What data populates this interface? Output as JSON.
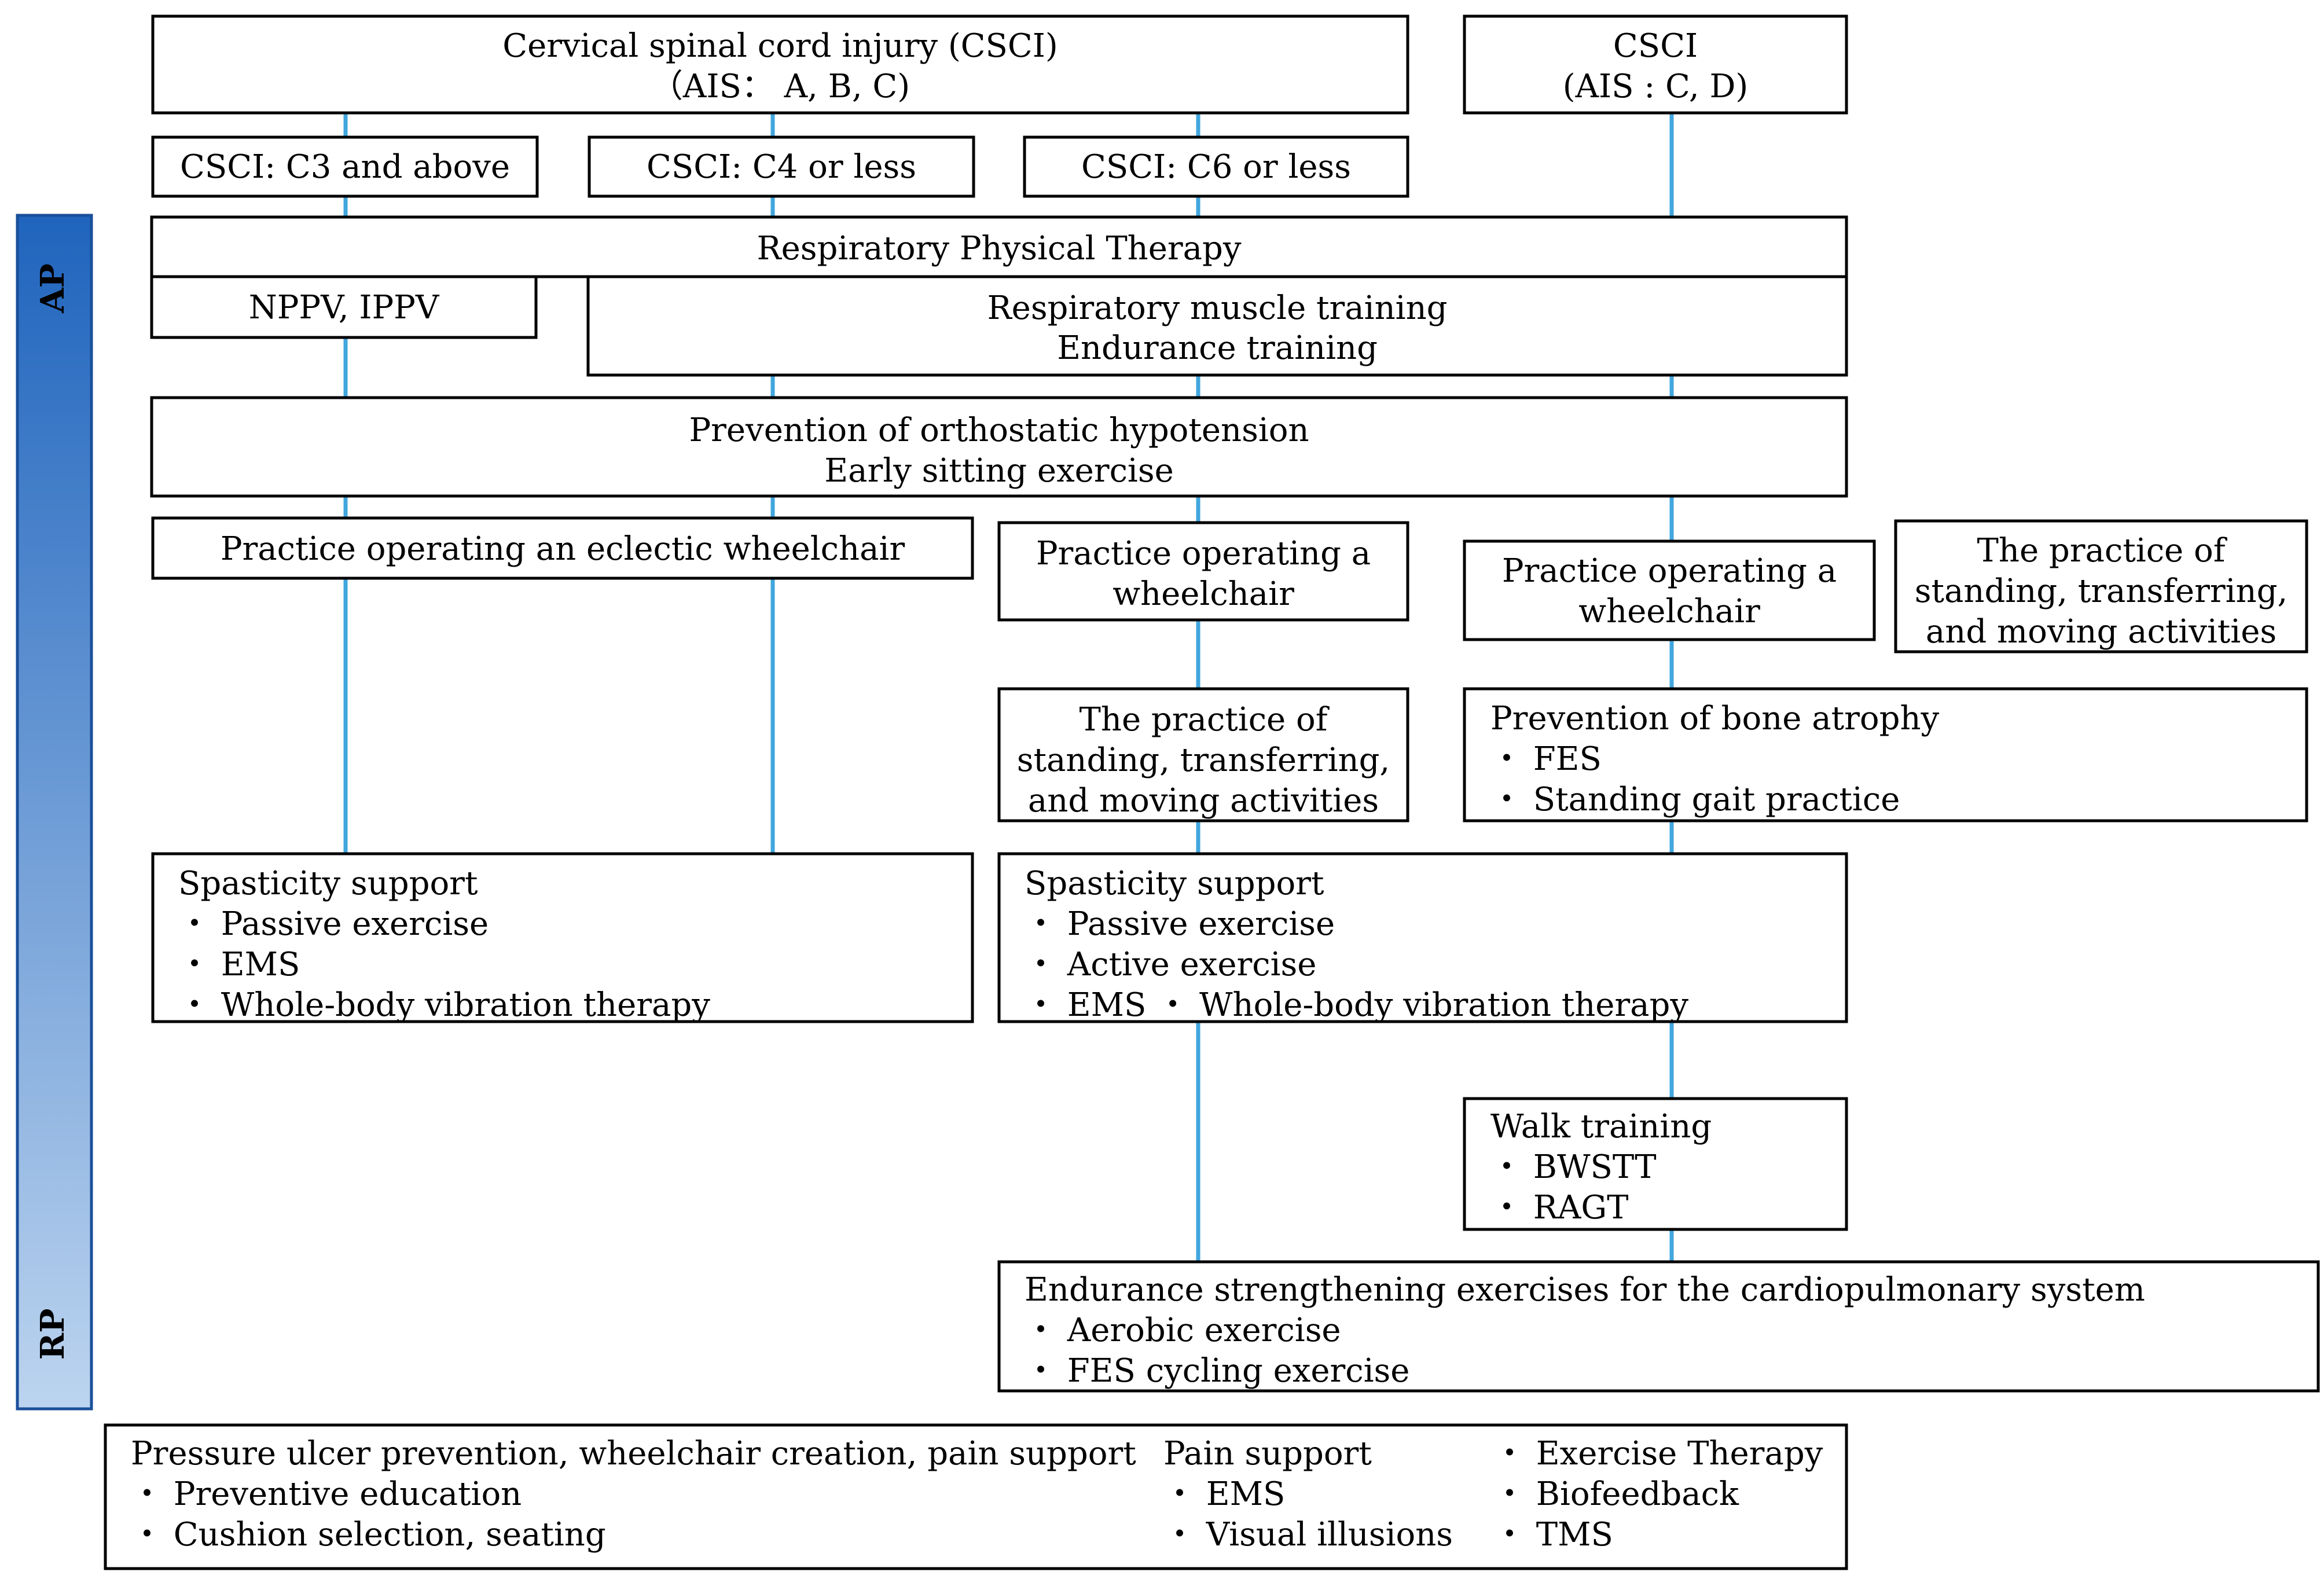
{
  "colors": {
    "connector": "#41a6de",
    "phase_bar_top": "#1f64bd",
    "phase_bar_bottom": "#bcd4ef",
    "box_border": "#000000"
  },
  "phase_bar": {
    "top_label": "AP",
    "bottom_label": "RP"
  },
  "header": {
    "csci_main": [
      "Cervical spinal cord injury (CSCI)",
      "（AIS： A, B, C)"
    ],
    "csci_incomplete": [
      "CSCI",
      "(AIS : C, D)"
    ]
  },
  "levels": {
    "c3": "CSCI: C3 and above",
    "c4": "CSCI: C4 or less",
    "c6": "CSCI: C6 or less"
  },
  "respiratory": {
    "title": "Respiratory Physical Therapy",
    "ventilation": "NPPV, IPPV",
    "training": [
      "Respiratory muscle training",
      "Endurance training"
    ]
  },
  "orthostatic": [
    "Prevention of orthostatic hypotension",
    "Early sitting exercise"
  ],
  "wheelchair": {
    "electric": "Practice operating an eclectic wheelchair",
    "manual_c6": [
      "Practice operating a",
      "wheelchair"
    ],
    "manual_incomplete": [
      "Practice operating a",
      "wheelchair"
    ]
  },
  "standing": {
    "incomplete": [
      "The practice of",
      "standing, transferring,",
      "and moving activities"
    ],
    "c6": [
      "The practice of",
      "standing, transferring,",
      "and moving activities"
    ]
  },
  "bone_atrophy": [
    "Prevention of bone atrophy",
    "・ FES",
    "・ Standing gait practice"
  ],
  "spasticity": {
    "left": [
      "Spasticity support",
      "・ Passive exercise",
      "・ EMS",
      "・ Whole-body vibration therapy"
    ],
    "right": [
      "Spasticity support",
      "・ Passive exercise",
      "・ Active exercise",
      "・ EMS ・ Whole-body vibration therapy"
    ]
  },
  "walk_training": [
    "Walk training",
    "・ BWSTT",
    "・ RAGT"
  ],
  "endurance": [
    "Endurance strengthening exercises for the cardiopulmonary system",
    "・ Aerobic exercise",
    "・ FES cycling exercise"
  ],
  "bottom": {
    "pressure": [
      "Pressure ulcer prevention, wheelchair creation, pain support",
      "・ Preventive education",
      "・ Cushion selection, seating"
    ],
    "pain": [
      "Pain support",
      "・ EMS",
      "・ Visual illusions"
    ],
    "therapy": [
      "・ Exercise Therapy",
      "・ Biofeedback",
      "・ TMS"
    ]
  }
}
